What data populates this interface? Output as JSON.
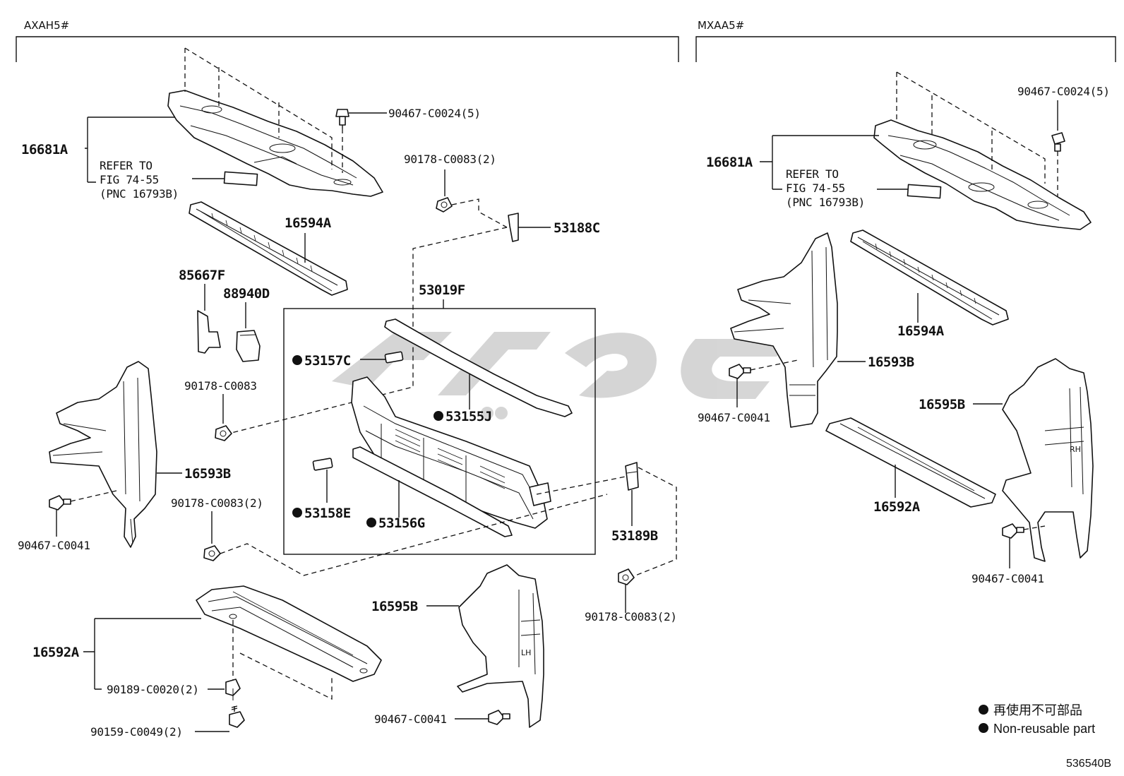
{
  "sections": {
    "left_header": "AXAH5#",
    "right_header": "MXAA5#"
  },
  "left": {
    "p16681A": "16681A",
    "refer_line1": "REFER TO",
    "refer_line2": "FIG 74-55",
    "refer_line3": "(PNC 16793B)",
    "p90467_C0024": "90467-C0024(5)",
    "p90178_C0083_2a": "90178-C0083(2)",
    "p53188C": "53188C",
    "p16594A": "16594A",
    "p85667F": "85667F",
    "p88940D": "88940D",
    "p53019F": "53019F",
    "p53157C": "53157C",
    "p53155J": "53155J",
    "p53158E": "53158E",
    "p53156G": "53156G",
    "p90178_C0083": "90178-C0083",
    "p16593B": "16593B",
    "p90467_C0041a": "90467-C0041",
    "p90178_C0083_2b": "90178-C0083(2)",
    "p53189B": "53189B",
    "p90178_C0083_2c": "90178-C0083(2)",
    "p16595B": "16595B",
    "p90467_C0041b": "90467-C0041",
    "p16592A": "16592A",
    "p90189_C0020": "90189-C0020(2)",
    "p90159_C0049": "90159-C0049(2)"
  },
  "right": {
    "p90467_C0024": "90467-C0024(5)",
    "p16681A": "16681A",
    "refer_line1": "REFER TO",
    "refer_line2": "FIG 74-55",
    "refer_line3": "(PNC 16793B)",
    "p16594A": "16594A",
    "p16593B": "16593B",
    "p90467_C0041a": "90467-C0041",
    "p16595B": "16595B",
    "p16592A": "16592A",
    "p90467_C0041b": "90467-C0041"
  },
  "legend": {
    "line1": "再使用不可部品",
    "line2": "Non-reusable part"
  },
  "diagram_code": "536540B"
}
